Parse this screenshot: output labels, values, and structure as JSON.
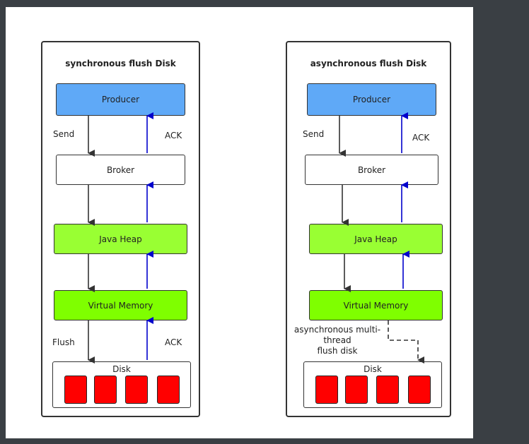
{
  "left": {
    "title": "synchronous flush Disk",
    "producer": "Producer",
    "broker": "Broker",
    "heap": "Java Heap",
    "vmem": "Virtual Memory",
    "disk": "Disk",
    "send": "Send",
    "ack_top": "ACK",
    "flush": "Flush",
    "ack_bottom": "ACK"
  },
  "right": {
    "title": "asynchronous flush Disk",
    "producer": "Producer",
    "broker": "Broker",
    "heap": "Java Heap",
    "vmem": "Virtual Memory",
    "disk": "Disk",
    "send": "Send",
    "ack_top": "ACK",
    "flush_note_line1": "asynchronous multi-",
    "flush_note_line2": "thread",
    "flush_note_line3": "flush disk"
  },
  "colors": {
    "producer": "#5fa9f7",
    "java_heap": "#99ff33",
    "virtual_memory": "#7fff00",
    "disk_block": "#ff0000",
    "down_arrow": "#333333",
    "ack_arrow": "#0000cc"
  }
}
